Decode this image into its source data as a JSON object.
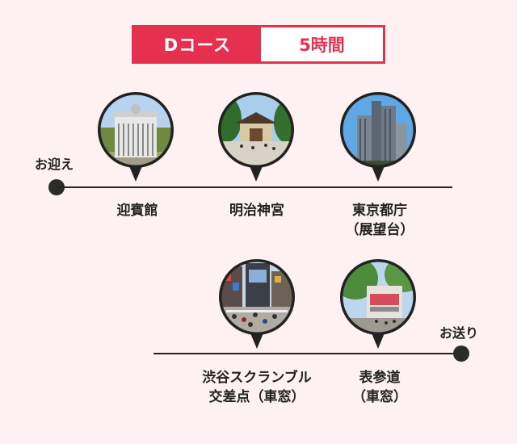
{
  "course": {
    "name": "Dコース",
    "duration": "5時間"
  },
  "route1": {
    "start_label": "お迎え",
    "stops": [
      {
        "label_lines": [
          "迎賓館"
        ],
        "icon": "palace-gate-photo-icon"
      },
      {
        "label_lines": [
          "明治神宮"
        ],
        "icon": "shrine-photo-icon"
      },
      {
        "label_lines": [
          "東京都庁",
          "（展望台）"
        ],
        "icon": "government-building-photo-icon"
      }
    ]
  },
  "route2": {
    "end_label": "お送り",
    "stops": [
      {
        "label_lines": [
          "渋谷スクランブル",
          "交差点（車窓）"
        ],
        "icon": "crossing-photo-icon"
      },
      {
        "label_lines": [
          "表参道",
          "（車窓）"
        ],
        "icon": "street-photo-icon"
      }
    ]
  },
  "colors": {
    "accent": "#e6304f",
    "background": "#fdf1f2",
    "line": "#222222"
  }
}
